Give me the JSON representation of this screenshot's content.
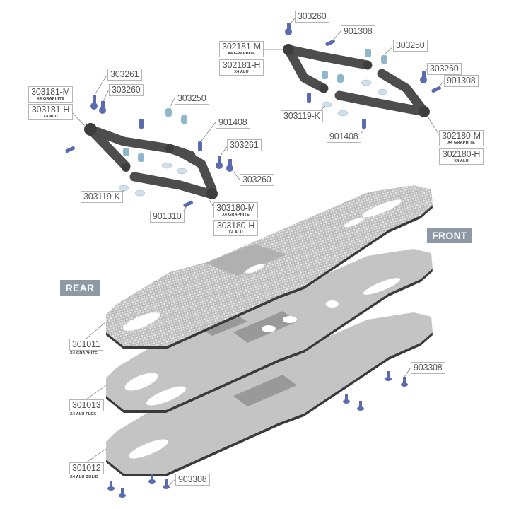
{
  "badges": {
    "front": "FRONT",
    "rear": "REAR"
  },
  "rear_upper": {
    "screw_top": "303260",
    "pin_top": "901308",
    "arm_left_m": {
      "code": "302181-M",
      "sub": "X4 GRAPHITE"
    },
    "arm_left_h": {
      "code": "302181-H",
      "sub": "X4 ALU"
    },
    "bushing": "303250",
    "screw_right": "303260",
    "pin_right": "901308",
    "washer": "303119-K",
    "spacer": "901408",
    "arm_right_m": {
      "code": "302180-M",
      "sub": "X4 GRAPHITE"
    },
    "arm_right_h": {
      "code": "302180-H",
      "sub": "X4 ALU"
    }
  },
  "front_upper": {
    "ball_long": "303261",
    "arm_left_m": {
      "code": "303181-M",
      "sub": "X4 GRAPHITE"
    },
    "ball_short": "303260",
    "arm_left_h": {
      "code": "303181-H",
      "sub": "X4 ALU"
    },
    "bushing": "303250",
    "spacer": "901408",
    "ball_long_right": "303261",
    "ball_short_right": "303260",
    "washer": "303119-K",
    "pin": "901310",
    "arm_right_m": {
      "code": "303180-M",
      "sub": "X4 GRAPHITE"
    },
    "arm_right_h": {
      "code": "303180-H",
      "sub": "X4 ALU"
    }
  },
  "plates": [
    {
      "code": "301011",
      "sub": "X4 GRAPHITE"
    },
    {
      "code": "301013",
      "sub": "X4 ALU FLEX"
    },
    {
      "code": "301012",
      "sub": "X4 ALU SOLID"
    }
  ],
  "screws": {
    "right": "903308",
    "bottom": "903308"
  },
  "colors": {
    "graphite": "#a9a9a9",
    "alu": "#bdbdbd",
    "arm": "#5a5a5a",
    "screw": "#5b6bb0",
    "bushing": "#8fb7cc",
    "badge": "#8e99a6"
  }
}
